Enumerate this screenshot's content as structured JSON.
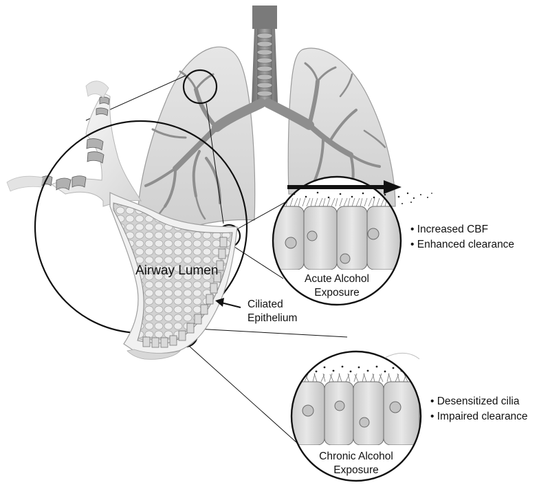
{
  "labels": {
    "airway_lumen": "Airway Lumen",
    "ciliated_line1": "Ciliated",
    "ciliated_line2": "Epithelium",
    "acute_line1": "Acute Alcohol",
    "acute_line2": "Exposure",
    "chronic_line1": "Chronic Alcohol",
    "chronic_line2": "Exposure"
  },
  "acute_effects": [
    "• Increased CBF",
    "• Enhanced clearance"
  ],
  "chronic_effects": [
    "• Desensitized cilia",
    "• Impaired clearance"
  ],
  "colors": {
    "lung_fill": "#dcdcdc",
    "trachea": "#8c8c8c",
    "cell_fill": "#d9d9d9",
    "outline": "#111111"
  }
}
